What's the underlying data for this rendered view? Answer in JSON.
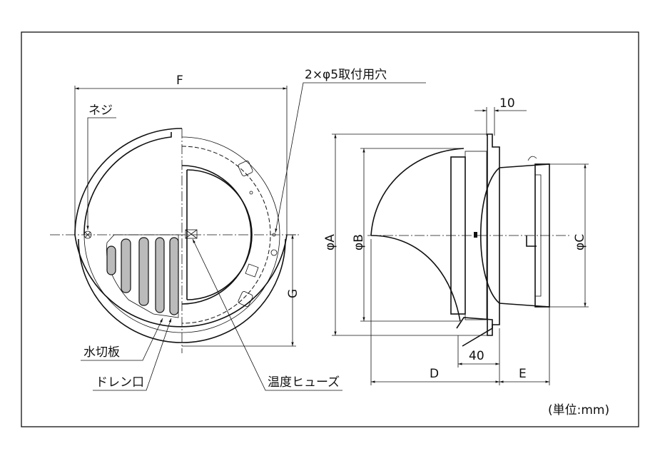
{
  "labels": {
    "F": "F",
    "screw": "ネジ",
    "mount_holes": "2×φ5取付用穴",
    "dim_10": "10",
    "phiA": "φA",
    "phiB": "φB",
    "phiC": "φC",
    "G": "G",
    "drip_plate": "水切板",
    "drain": "ドレン口",
    "thermal_fuse": "温度ヒューズ",
    "D": "D",
    "dim_40": "40",
    "E": "E",
    "unit": "(単位:mm)"
  }
}
